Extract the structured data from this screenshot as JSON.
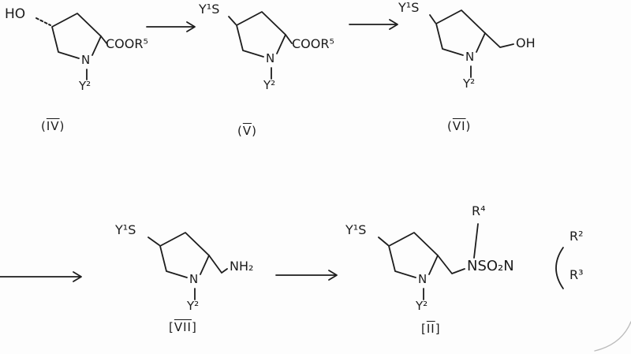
{
  "page": {
    "background": "#fdfdfd",
    "ink": "#1d1d1d",
    "description_type": "chemical-reaction-scheme"
  },
  "structures": {
    "iv": {
      "hydroxyl": "HO",
      "ester": "COOR⁵",
      "ring_n": "N",
      "n_substituent": "Y²"
    },
    "v": {
      "thio": "Y¹S",
      "ester": "COOR⁵",
      "ring_n": "N",
      "n_substituent": "Y²"
    },
    "vi": {
      "thio": "Y¹S",
      "hydroxy": "OH",
      "ring_n": "N",
      "n_substituent": "Y²"
    },
    "vii": {
      "thio": "Y¹S",
      "amine": "NH₂",
      "ring_n": "N",
      "n_substituent": "Y²"
    },
    "ii": {
      "thio": "Y¹S",
      "sulfamide": "NSO₂N",
      "r4": "R⁴",
      "r2": "R²",
      "r3": "R³",
      "ring_n": "N",
      "n_substituent": "Y²"
    }
  },
  "labels": {
    "iv": {
      "open": "(",
      "num": "IV",
      "close": ")"
    },
    "v": {
      "open": "(",
      "num": "V",
      "close": ")"
    },
    "vi": {
      "open": "(",
      "num": "VI",
      "close": ")"
    },
    "vii": {
      "open": "[",
      "num": "VII",
      "close": "]"
    },
    "ii": {
      "open": "[",
      "num": "II",
      "close": "]"
    }
  }
}
